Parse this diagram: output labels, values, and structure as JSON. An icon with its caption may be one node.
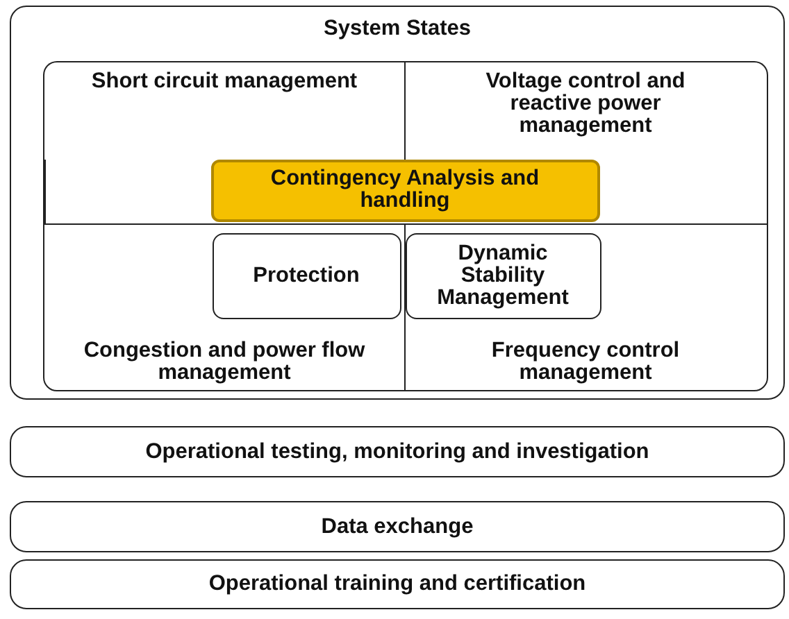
{
  "diagram": {
    "nodes": [
      {
        "text": [
          "System States"
        ]
      },
      {
        "text": [
          "Short circuit management"
        ],
        "in": 0
      },
      {
        "text": [
          "Voltage control and reactive power management"
        ],
        "in": 0
      },
      {
        "text": [
          "Contingency Analysis and handling"
        ],
        "in": 0
      },
      {
        "text": [
          "Congestion and power flow management"
        ],
        "in": 0
      },
      {
        "text": [
          "Protection"
        ],
        "in": 4
      },
      {
        "text": [
          "Frequency control management"
        ],
        "in": 0
      },
      {
        "text": [
          "Dynamic Stability Management"
        ],
        "in": 6
      },
      {
        "text": [
          "Operational testing, monitoring and investigation"
        ]
      },
      {
        "text": [
          "Data exchange"
        ]
      },
      {
        "text": [
          "Operational training and certification"
        ]
      }
    ],
    "edges": []
  }
}
